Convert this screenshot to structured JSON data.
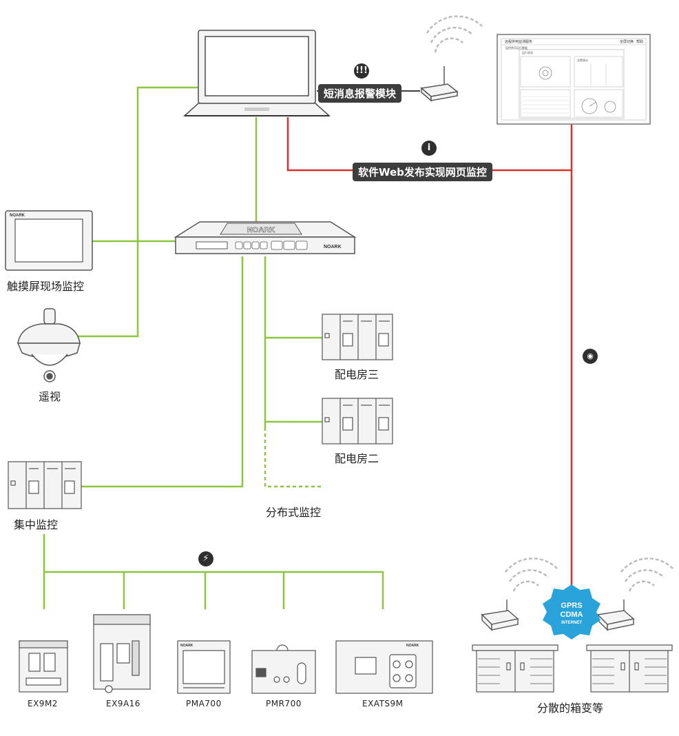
{
  "colors": {
    "green": "#8cc63f",
    "red": "#d9302c",
    "dark": "#3d3d3d",
    "device": "#f2f2f2",
    "stroke": "#555555"
  },
  "labels": {
    "sms_module": "短消息报警模块",
    "web_publish": "软件Web发布实现网页监控",
    "touch_screen": "触摸屏现场监控",
    "remote_view": "遥视",
    "room3": "配电房三",
    "room2": "配电房二",
    "distributed": "分布式监控",
    "central": "集中监控",
    "scattered": "分散的箱变等"
  },
  "models": [
    "EX9M2",
    "EX9A16",
    "PMA700",
    "PMR700",
    "EXATS9M"
  ],
  "brand": "NOARK",
  "network_badge": [
    "GPRS",
    "CDMA",
    "INTERNET"
  ],
  "screen_ui": {
    "title": "远程供电监测服务",
    "links": [
      "全屏切换",
      "帮助"
    ],
    "tabs": [
      "监控首页",
      "运行数据"
    ],
    "panels": [
      "运行状态",
      "告警统计"
    ]
  },
  "icons": [
    "alarm-icon",
    "info-icon",
    "lightning-icon",
    "antenna-icon"
  ]
}
